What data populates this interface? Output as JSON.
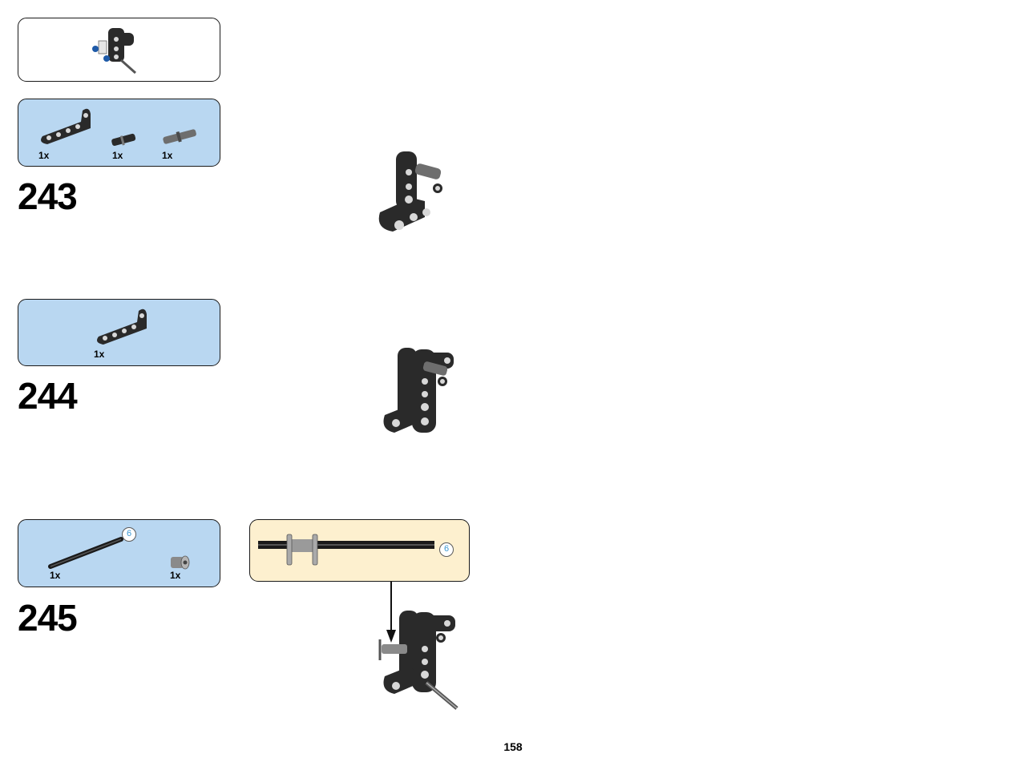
{
  "page": {
    "number": "158"
  },
  "colors": {
    "parts_box": "#b9d7f1",
    "callout_box": "#fdf0cf",
    "badge_text": "#3b97d3"
  },
  "submodel_box": {
    "icon": "submodel-assembly-icon"
  },
  "steps": [
    {
      "number": "243",
      "parts": [
        {
          "icon": "l-beam-3x2-icon",
          "qty": "1x"
        },
        {
          "icon": "pin-with-axle-icon",
          "qty": "1x"
        },
        {
          "icon": "long-pin-icon",
          "qty": "1x"
        }
      ],
      "assembly_icon": "assembly-step-243-icon"
    },
    {
      "number": "244",
      "parts": [
        {
          "icon": "l-beam-3x2-icon",
          "qty": "1x"
        }
      ],
      "assembly_icon": "assembly-step-244-icon"
    },
    {
      "number": "245",
      "parts": [
        {
          "icon": "axle-6-icon",
          "qty": "1x",
          "length": "6"
        },
        {
          "icon": "bush-icon",
          "qty": "1x"
        }
      ],
      "callout": {
        "icon": "axle-with-bush-callout-icon",
        "length": "6"
      },
      "assembly_icon": "assembly-step-245-icon"
    }
  ]
}
